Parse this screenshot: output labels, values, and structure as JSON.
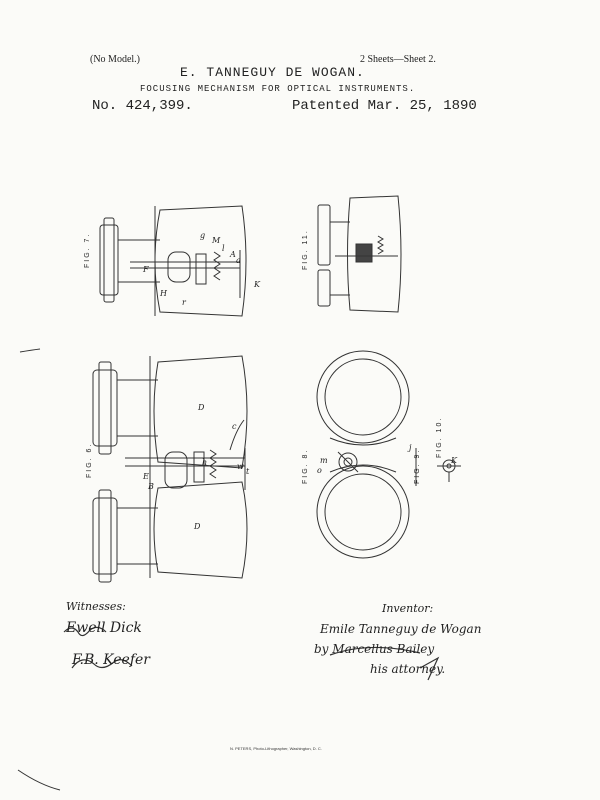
{
  "header": {
    "model": "(No Model.)",
    "sheets": "2 Sheets—Sheet 2.",
    "inventor_name": "E. TANNEGUY DE WOGAN.",
    "title": "FOCUSING MECHANISM FOR OPTICAL INSTRUMENTS.",
    "patent_no": "No. 424,399.",
    "patented": "Patented Mar. 25, 1890"
  },
  "figures": {
    "fig7": "FIG. 7.",
    "fig11": "FIG. 11.",
    "fig6": "FIG. 6.",
    "fig8": "FIG. 8.",
    "fig9": "FIG. 9.",
    "fig10": "FIG. 10."
  },
  "labels": {
    "g": "g",
    "M": "M",
    "l": "l",
    "A": "A",
    "a": "a",
    "F": "F",
    "H": "H",
    "r": "r",
    "K": "K",
    "E": "E",
    "D": "D",
    "B": "B",
    "c": "c",
    "h": "h",
    "t": "t",
    "w": "w",
    "j": "j",
    "m": "m",
    "o": "o"
  },
  "signatures": {
    "witnesses_heading": "Witnesses:",
    "witness1": "Ewell Dick",
    "witness2": "F.B. Keefer",
    "inventor_heading": "Inventor:",
    "inventor_signature": "Emile Tanneguy de Wogan",
    "by": "by Marcellus Bailey",
    "attorney": "his attorney."
  },
  "footer": {
    "printer": "N. PETERS, Photo-Lithographer, Washington, D. C."
  }
}
